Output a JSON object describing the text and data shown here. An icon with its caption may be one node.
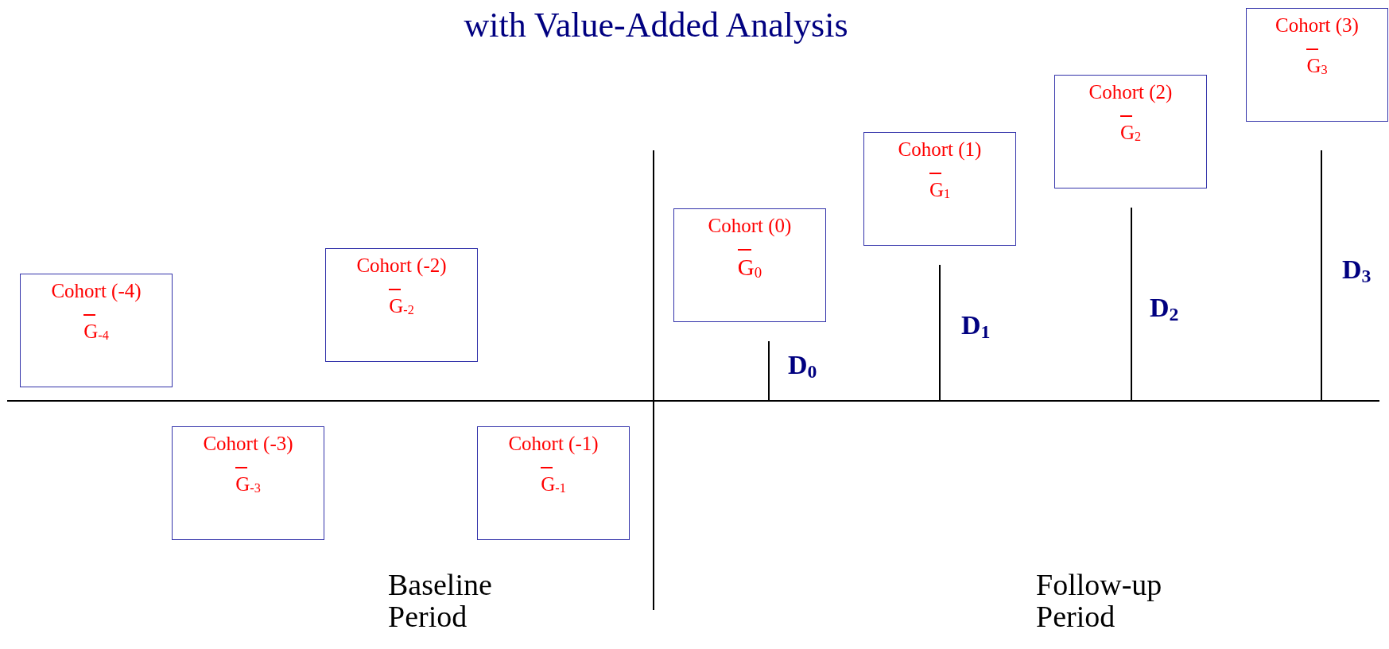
{
  "diagram": {
    "title": "with Value-Added Analysis",
    "nodes": [
      {
        "text": [
          "Cohort (-4)",
          "G$_{-4}$"
        ]
      },
      {
        "text": [
          "Cohort (-3)",
          "G$_{-3}$"
        ]
      },
      {
        "text": [
          "Cohort (-2)",
          "G$_{-2}$"
        ]
      },
      {
        "text": [
          "Cohort (-1)",
          "G$_{-1}$"
        ]
      },
      {
        "text": [
          "Cohort (0)",
          "G$_{0}$"
        ]
      },
      {
        "text": [
          "Cohort (1)",
          "G$_{1}$"
        ]
      },
      {
        "text": [
          "Cohort (2)",
          "G$_{2}$"
        ]
      },
      {
        "text": [
          "Cohort (3)",
          "G$_{3}$"
        ]
      }
    ],
    "edges": [],
    "labels": [
      "D$_{0}$",
      "D$_{1}$",
      "D$_{2}$",
      "D$_{3}$",
      "Baseline Period",
      "Follow-up Period"
    ]
  }
}
